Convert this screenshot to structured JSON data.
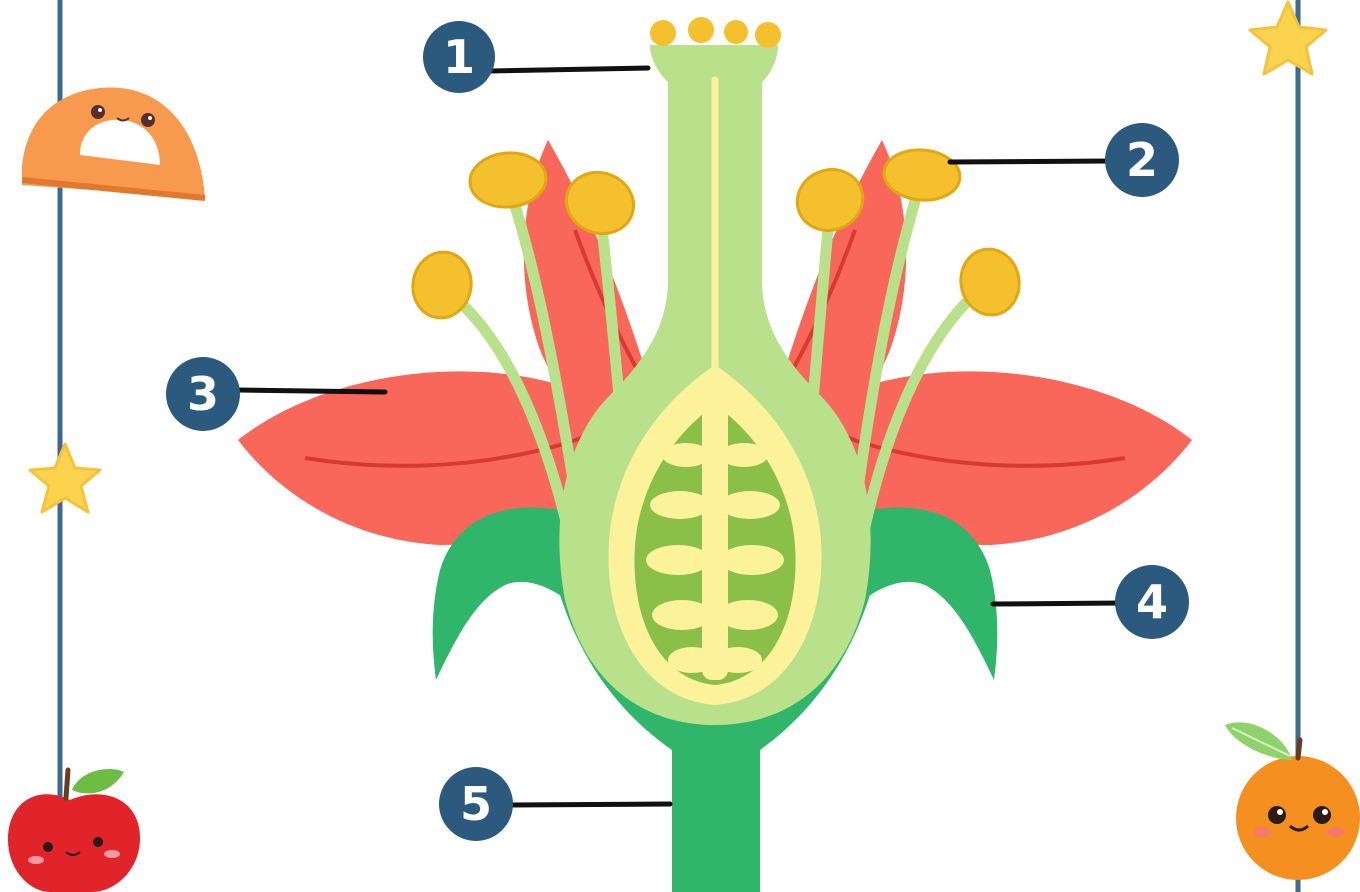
{
  "diagram": {
    "labels": [
      {
        "number": "1"
      },
      {
        "number": "2"
      },
      {
        "number": "3"
      },
      {
        "number": "4"
      },
      {
        "number": "5"
      }
    ]
  },
  "colors": {
    "badge": "#2c5a7e",
    "leader_line": "#111111",
    "petal": "#f8675a",
    "petal_vein": "#d93a30",
    "sepal": "#2fb66a",
    "pistil": "#b9e08b",
    "ovary_inner": "#8abf4a",
    "ovule": "#fbf29a",
    "anther": "#f4c02d",
    "frame_line": "#3d6a92"
  },
  "decorations": {
    "left": [
      "protractor-icon",
      "star-icon",
      "apple-icon"
    ],
    "right": [
      "star-icon",
      "orange-icon"
    ]
  }
}
